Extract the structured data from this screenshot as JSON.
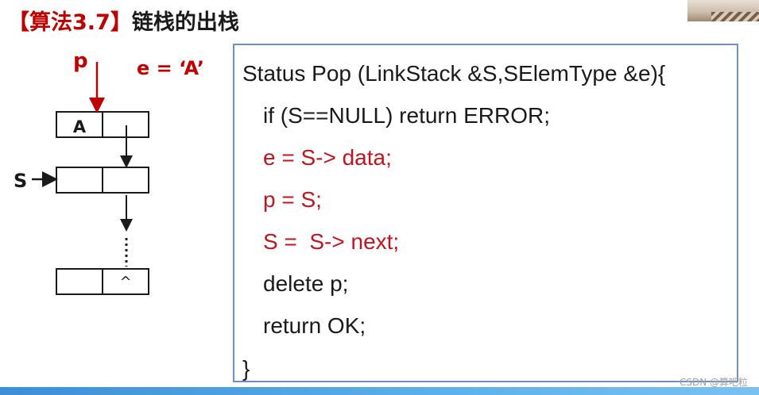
{
  "title": {
    "bracket_text": "【算法3.7】",
    "text": "链栈的出栈"
  },
  "diagram": {
    "pointer_p": "p",
    "assignment": "e = ‘A’",
    "pointer_s": "S",
    "node1_data": "A",
    "last_node_next": "^"
  },
  "code": {
    "lines": [
      "Status Pop (LinkStack &S,SElemType &e){",
      "if (S==NULL) return ERROR;",
      "e = S-> data;",
      "p = S;",
      "S =  S-> next;",
      "delete p;",
      "return OK;",
      "}"
    ],
    "highlight_color": "#c0141e"
  },
  "watermark": "CSDN @算吧粒",
  "colors": {
    "accent_red": "#c00000",
    "code_border": "#6b8fc8",
    "bottom_bar": "#3b8fd6"
  }
}
